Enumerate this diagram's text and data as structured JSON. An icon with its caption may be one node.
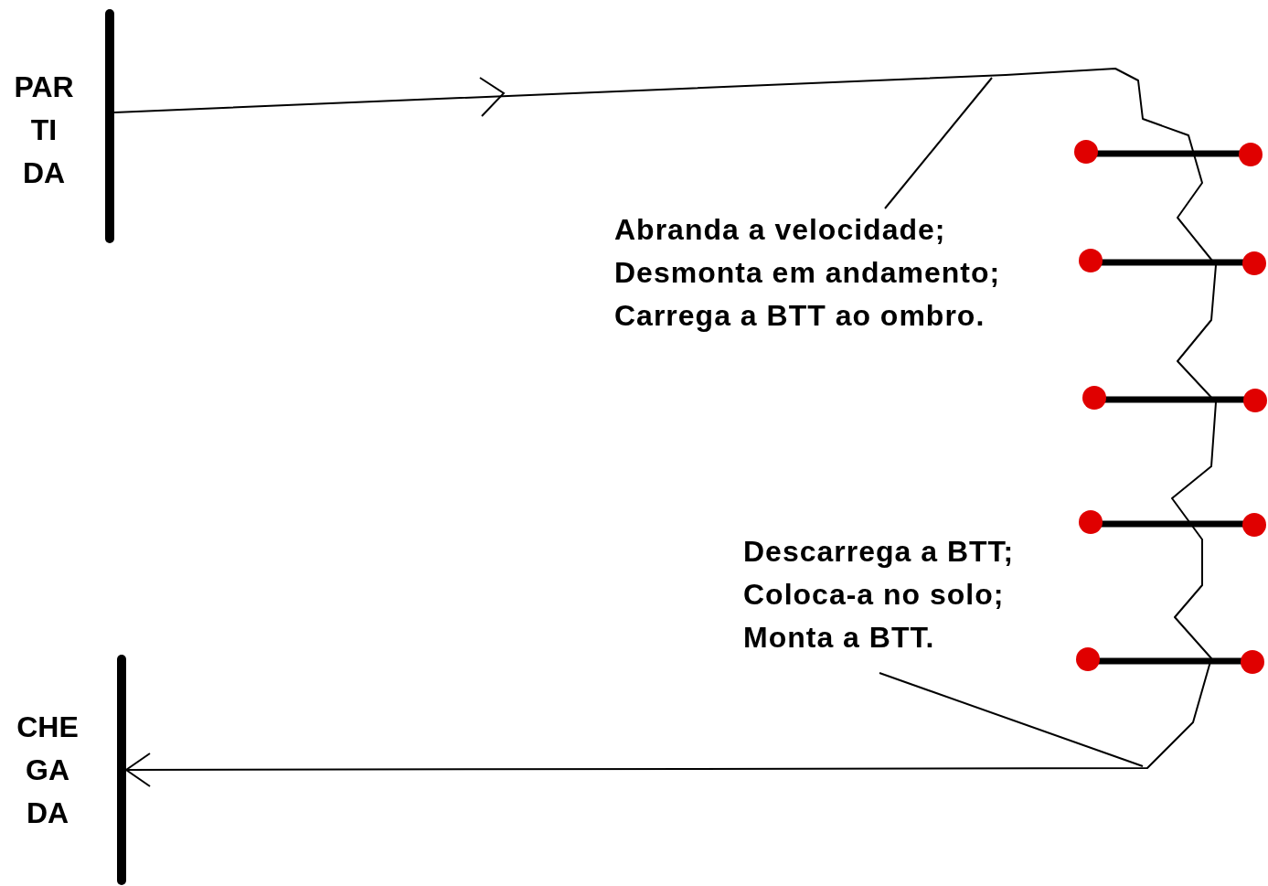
{
  "diagram": {
    "nodes": [
      {
        "text": [],
        "shape": "bar",
        "beside": [
          "PAR TI DA"
        ]
      },
      {
        "text": [],
        "shape": "bar",
        "beside": [
          "CHE GA DA"
        ]
      },
      {
        "text": [
          "Abranda a velocidade;",
          "Desmonta em andamento;",
          "Carrega a BTT ao ombro."
        ]
      },
      {
        "text": [
          "Descarrega a BTT;",
          "Coloca-a no solo;",
          "Monta a BTT."
        ]
      }
    ],
    "edges": [
      {
        "from": 0,
        "to": 1,
        "arrow": "to"
      },
      {
        "from": 2,
        "to": null,
        "arrow": "none"
      },
      {
        "from": 3,
        "to": null,
        "arrow": "none"
      }
    ]
  }
}
